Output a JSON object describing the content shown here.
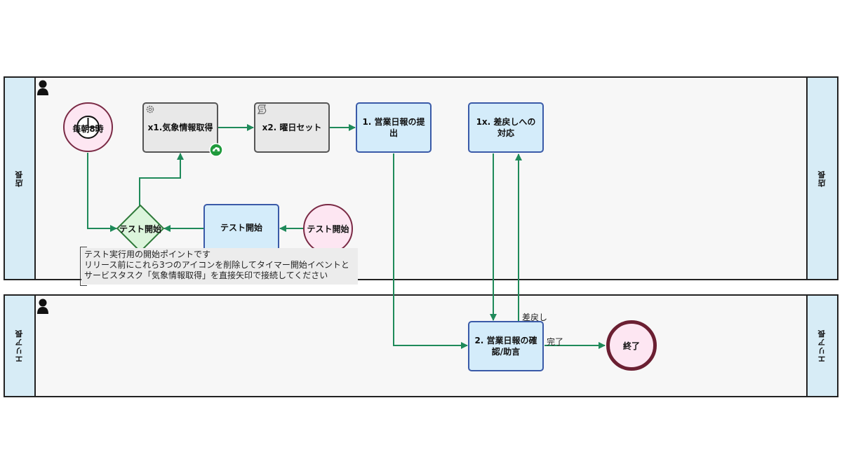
{
  "lanes": {
    "top_label": "店長",
    "bottom_label": "エリア長"
  },
  "events": {
    "timer_start": "毎朝8時",
    "test_start": "テスト開始",
    "end": "終了"
  },
  "gateway": {
    "label": "テスト開始"
  },
  "tasks": {
    "weather": "x1.気象情報取得",
    "weekday": "x2. 曜日セット",
    "submit": "1. 営業日報の提出",
    "return_handle": "1x. 差戻しへの対応",
    "test_task": "テスト開始",
    "review": "2. 営業日報の確認/助言"
  },
  "flow_labels": {
    "returned": "差戻し",
    "complete": "完了"
  },
  "annotation": {
    "line1": "テスト実行用の開始ポイントです",
    "line2": "リリース前にこれら3つのアイコンを削除してタイマー開始イベントと",
    "line3": "サービスタスク「気象情報取得」を直接矢印で接続してください"
  },
  "colors": {
    "flow": "#1f8a5a",
    "task_fill": "#d4ecfa",
    "task_border": "#3a5aa8",
    "event_fill": "#fde6f2",
    "lane_header": "#d7ecf6"
  },
  "icons": [
    "person-icon",
    "timer-icon",
    "gear-icon",
    "script-icon",
    "cloud-upload-icon"
  ]
}
